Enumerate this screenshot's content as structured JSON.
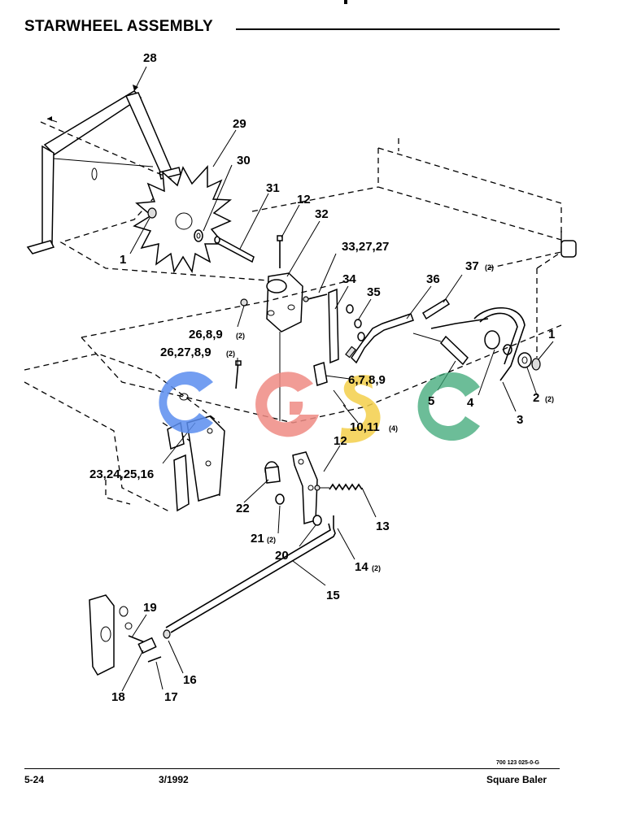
{
  "header": {
    "title": "STARWHEEL ASSEMBLY"
  },
  "callouts": {
    "c28": "28",
    "c29": "29",
    "c30": "30",
    "c31": "31",
    "c12a": "12",
    "c32": "32",
    "c1a": "1",
    "c33": "33,27,27",
    "c34": "34",
    "c35": "35",
    "c36": "36",
    "c37": "37",
    "c37q": "(2)",
    "c26a": "26,8,9",
    "c26aq": "(2)",
    "c26b": "26,27,8,9",
    "c26bq": "(2)",
    "c1b": "1",
    "c6": "6,7,8,9",
    "c2": "2",
    "c2q": "(2)",
    "c5": "5",
    "c4": "4",
    "c3": "3",
    "c10": "10,11",
    "c10q": "(4)",
    "c12b": "12",
    "c23": "23,24,25,16",
    "c22": "22",
    "c13": "13",
    "c21": "21",
    "c21q": "(2)",
    "c20": "20",
    "c14": "14",
    "c14q": "(2)",
    "c15": "15",
    "c19": "19",
    "c16": "16",
    "c18": "18",
    "c17": "17"
  },
  "watermark": {
    "letters": [
      "C",
      "G",
      "S",
      "C"
    ]
  },
  "footer": {
    "page": "5-24",
    "date": "3/1992",
    "product": "Square Baler",
    "doc_number": "700 123 025-0-G"
  }
}
